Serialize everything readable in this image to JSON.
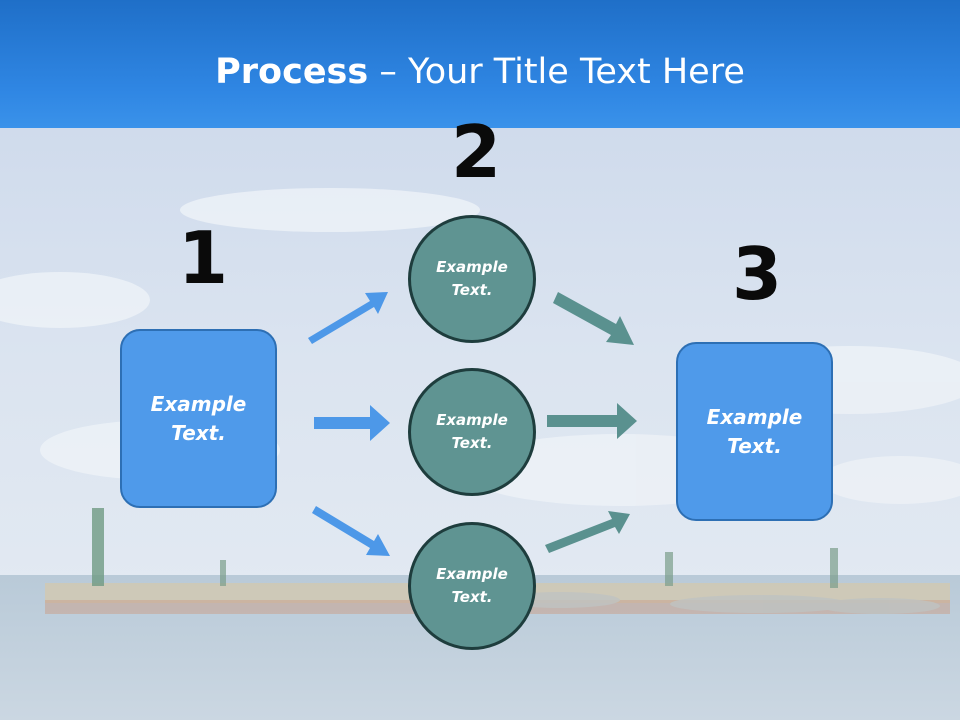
{
  "slide": {
    "title_bold": "Process",
    "title_rest": " – Your Title Text Here"
  },
  "steps": {
    "one": {
      "number": "1",
      "box_line1": "Example",
      "box_line2": "Text."
    },
    "two": {
      "number": "2"
    },
    "three": {
      "number": "3",
      "box_line1": "Example",
      "box_line2": "Text."
    }
  },
  "circles": [
    {
      "line1": "Example",
      "line2": "Text."
    },
    {
      "line1": "Example",
      "line2": "Text."
    },
    {
      "line1": "Example",
      "line2": "Text."
    }
  ],
  "colors": {
    "title_band": "#2a7fdc",
    "box_fill": "#4f9aea",
    "circle_fill": "#5f9492",
    "arrow_left": "#4d98e8",
    "arrow_right": "#5a918f"
  }
}
